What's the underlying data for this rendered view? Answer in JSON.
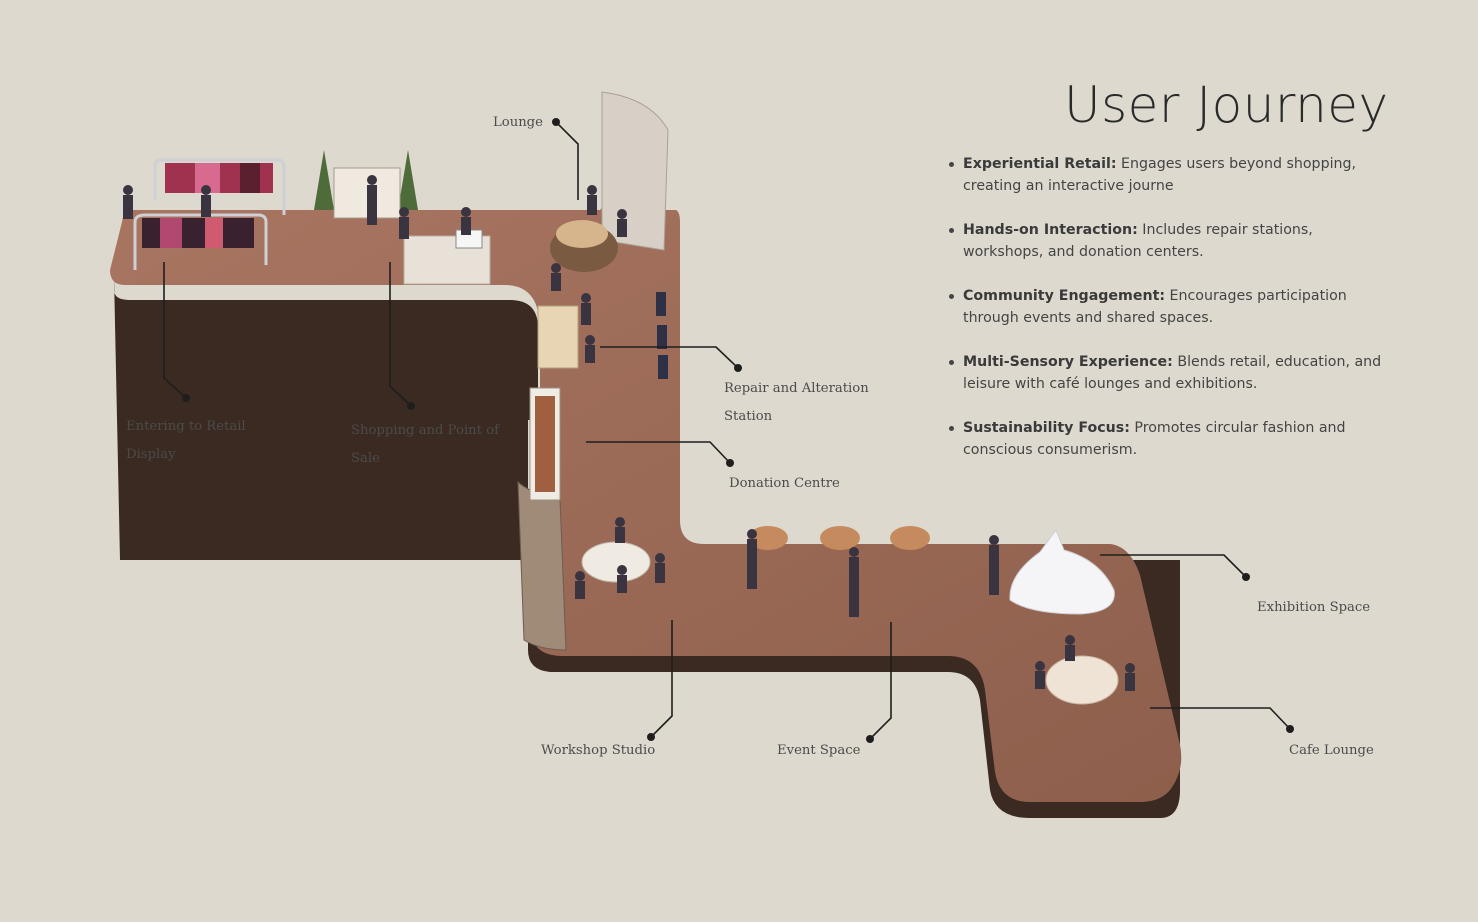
{
  "title": "User Journey",
  "bullets": [
    {
      "heading": "Experiential Retail:",
      "text": " Engages users beyond shopping, creating an interactive journe"
    },
    {
      "heading": "Hands-on Interaction:",
      "text": " Includes repair stations, workshops, and donation centers."
    },
    {
      "heading": "Community Engagement:",
      "text": " Encourages participation through events and shared spaces."
    },
    {
      "heading": "Multi-Sensory Experience:",
      "text": " Blends retail, education, and leisure with café lounges and exhibitions."
    },
    {
      "heading": "Sustainability Focus:",
      "text": " Promotes circular fashion and conscious consumerism."
    }
  ],
  "zones": {
    "lounge": "Lounge",
    "entering_line1": "Entering to Retail",
    "entering_line2": "Display",
    "shopping_line1": "Shopping and Point of",
    "shopping_line2": "Sale",
    "repair_line1": "Repair and Alteration",
    "repair_line2": "Station",
    "donation": "Donation Centre",
    "exhibition": "Exhibition Space",
    "workshop": "Workshop Studio",
    "event": "Event Space",
    "cafe": "Cafe Lounge"
  },
  "colors": {
    "background": "#ddd9ce",
    "floor": "#9a6a55",
    "floor_edge": "#3b2a22",
    "leader_line": "#1e1e1e"
  }
}
